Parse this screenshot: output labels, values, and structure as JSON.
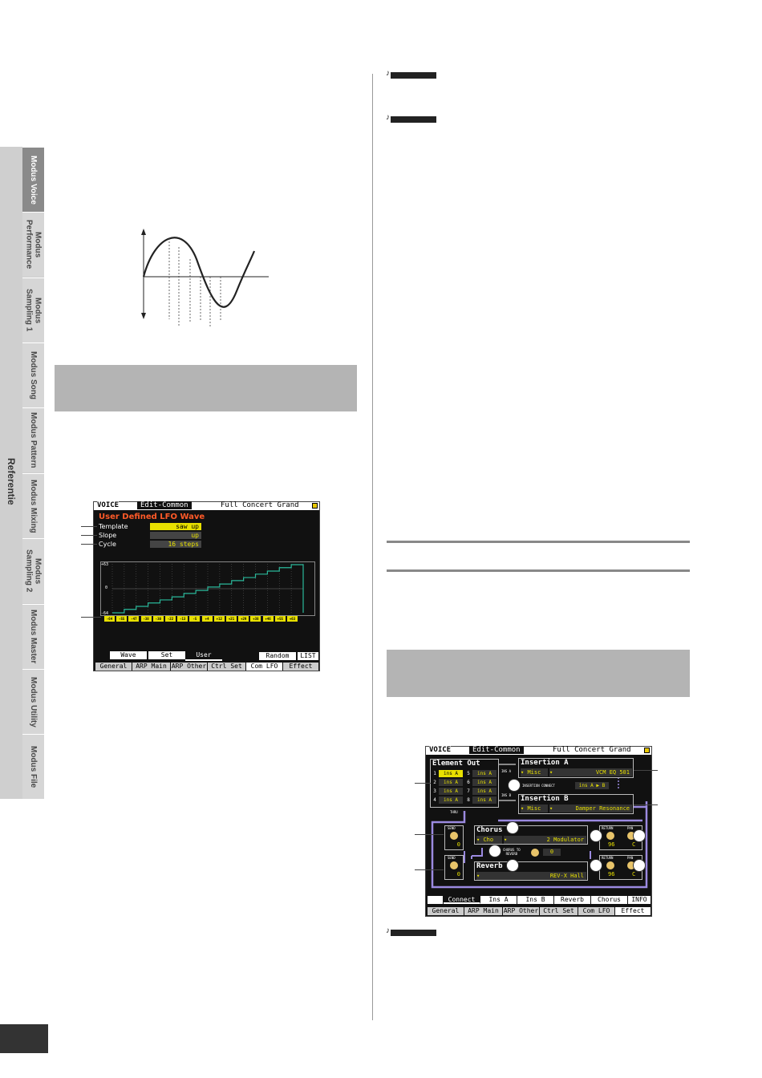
{
  "sidebar": {
    "tabs": [
      {
        "label": "Modus Voice",
        "active": true
      },
      {
        "label": "Modus\nPerformance",
        "active": false
      },
      {
        "label": "Modus\nSampling 1",
        "active": false
      },
      {
        "label": "Modus Song",
        "active": false
      },
      {
        "label": "Modus Pattern",
        "active": false
      },
      {
        "label": "Modus Mixing",
        "active": false
      },
      {
        "label": "Modus\nSampling 2",
        "active": false
      },
      {
        "label": "Modus Master",
        "active": false
      },
      {
        "label": "Modus Utility",
        "active": false
      },
      {
        "label": "Modus File",
        "active": false
      }
    ],
    "section_label": "Referentie"
  },
  "lfo_screen": {
    "mode": "VOICE",
    "page": "Edit-Common",
    "voice_name": "Full Concert Grand",
    "heading": "User Defined LFO Wave",
    "params": [
      {
        "label": "Template",
        "value": "saw up"
      },
      {
        "label": "Slope",
        "value": "up"
      },
      {
        "label": "Cycle",
        "value": "16 steps"
      }
    ],
    "y_top": "+63",
    "y_mid": "0",
    "y_bottom": "-64",
    "steps": [
      "-64",
      "-55",
      "-47",
      "-38",
      "-30",
      "-22",
      "-13",
      "-5",
      "+4",
      "+12",
      "+21",
      "+29",
      "+38",
      "+46",
      "+55",
      "+63"
    ],
    "sub_tabs": [
      "Wave",
      "Set",
      "User"
    ],
    "selected_sub_tab": 2,
    "buttons": [
      "Random",
      "LIST"
    ],
    "bottom_tabs": [
      "General",
      "ARP Main",
      "ARP Other",
      "Ctrl Set",
      "Com LFO",
      "Effect"
    ],
    "selected_bottom_tab": 4
  },
  "effect_screen": {
    "mode": "VOICE",
    "page": "Edit-Common",
    "voice_name": "Full Concert Grand",
    "element_out_title": "Element Out",
    "element_rows": [
      {
        "n1": "1",
        "v1": "ins A",
        "n2": "5",
        "v2": "ins A"
      },
      {
        "n1": "2",
        "v1": "ins A",
        "n2": "6",
        "v2": "ins A"
      },
      {
        "n1": "3",
        "v1": "ins A",
        "n2": "7",
        "v2": "ins A"
      },
      {
        "n1": "4",
        "v1": "ins A",
        "n2": "8",
        "v2": "ins A"
      }
    ],
    "ins_a_label": "INS A",
    "ins_b_label": "INS B",
    "thru_label": "THRU",
    "insertion_a_title": "Insertion A",
    "insertion_a_cat": "Misc",
    "insertion_a_type": "VCM EQ 501",
    "insertion_connect_label": "INSERTION CONNECT",
    "insertion_connect_value": "ins A ▶ B",
    "insertion_b_title": "Insertion B",
    "insertion_b_cat": "Misc",
    "insertion_b_type": "Damper Resonance",
    "send_label": "SEND",
    "chorus_send": "0",
    "reverb_send": "0",
    "chorus_title": "Chorus",
    "chorus_cat": "Cho",
    "chorus_type": "2 Modulator",
    "chorus_to_reverb_label": "CHORUS TO\nREVERB",
    "chorus_to_reverb_value": "0",
    "reverb_title": "Reverb",
    "reverb_type": "REV-X Hall",
    "return_label": "RETURN",
    "pan_label": "PAN",
    "chorus_return": "96",
    "chorus_pan": "C",
    "reverb_return": "96",
    "reverb_pan": "C",
    "sub_tabs": [
      "",
      "Connect",
      "Ins A",
      "Ins B",
      "Reverb",
      "Chorus",
      "INFO"
    ],
    "selected_sub_tab": 1,
    "bottom_tabs": [
      "General",
      "ARP Main",
      "ARP Other",
      "Ctrl Set",
      "Com LFO",
      "Effect"
    ],
    "selected_bottom_tab": 5
  },
  "colors": {
    "lcd_bg": "#111111",
    "lcd_highlight": "#e8e000",
    "lfo_heading": "#ff5a28",
    "lfo_wave": "#2ab89a",
    "effect_route": "#9b8ae0"
  }
}
